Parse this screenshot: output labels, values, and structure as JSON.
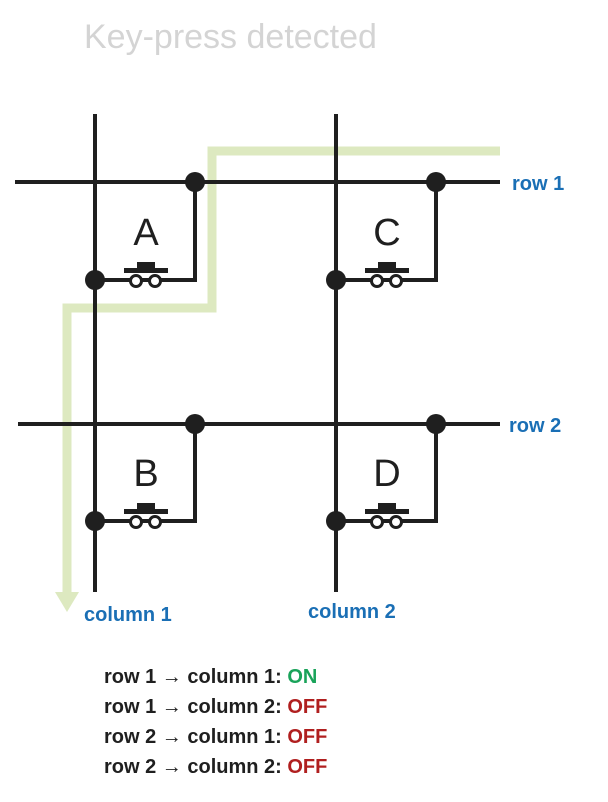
{
  "title": "Key-press detected",
  "keys": [
    {
      "id": "a",
      "letter": "A"
    },
    {
      "id": "b",
      "letter": "B"
    },
    {
      "id": "c",
      "letter": "C"
    },
    {
      "id": "d",
      "letter": "D"
    }
  ],
  "labels": {
    "row1": "row 1",
    "row2": "row 2",
    "column1": "column 1",
    "column2": "column 2"
  },
  "status_lines": [
    {
      "route": "row 1 → column 1:",
      "state": "ON"
    },
    {
      "route": "row 1 → column 2:",
      "state": "OFF"
    },
    {
      "route": "row 2 → column 1:",
      "state": "OFF"
    },
    {
      "route": "row 2 → column 2:",
      "state": "OFF"
    }
  ],
  "colors": {
    "wire": "#1f1f1f",
    "label": "#1a6fb5",
    "highlight": "#dde9c0",
    "on": "#1aa35a",
    "off": "#b01f1f",
    "title": "#d4d4d4"
  }
}
